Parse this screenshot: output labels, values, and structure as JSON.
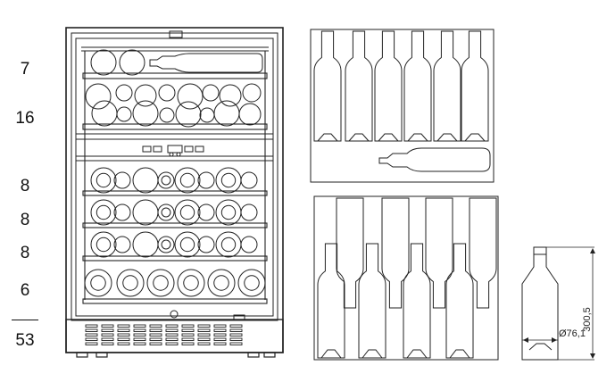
{
  "shelf_counts": [
    "7",
    "16",
    "8",
    "8",
    "8",
    "6"
  ],
  "total": "53",
  "dimensions": {
    "height_label": "300,5",
    "diameter_label": "Ø76,1"
  }
}
